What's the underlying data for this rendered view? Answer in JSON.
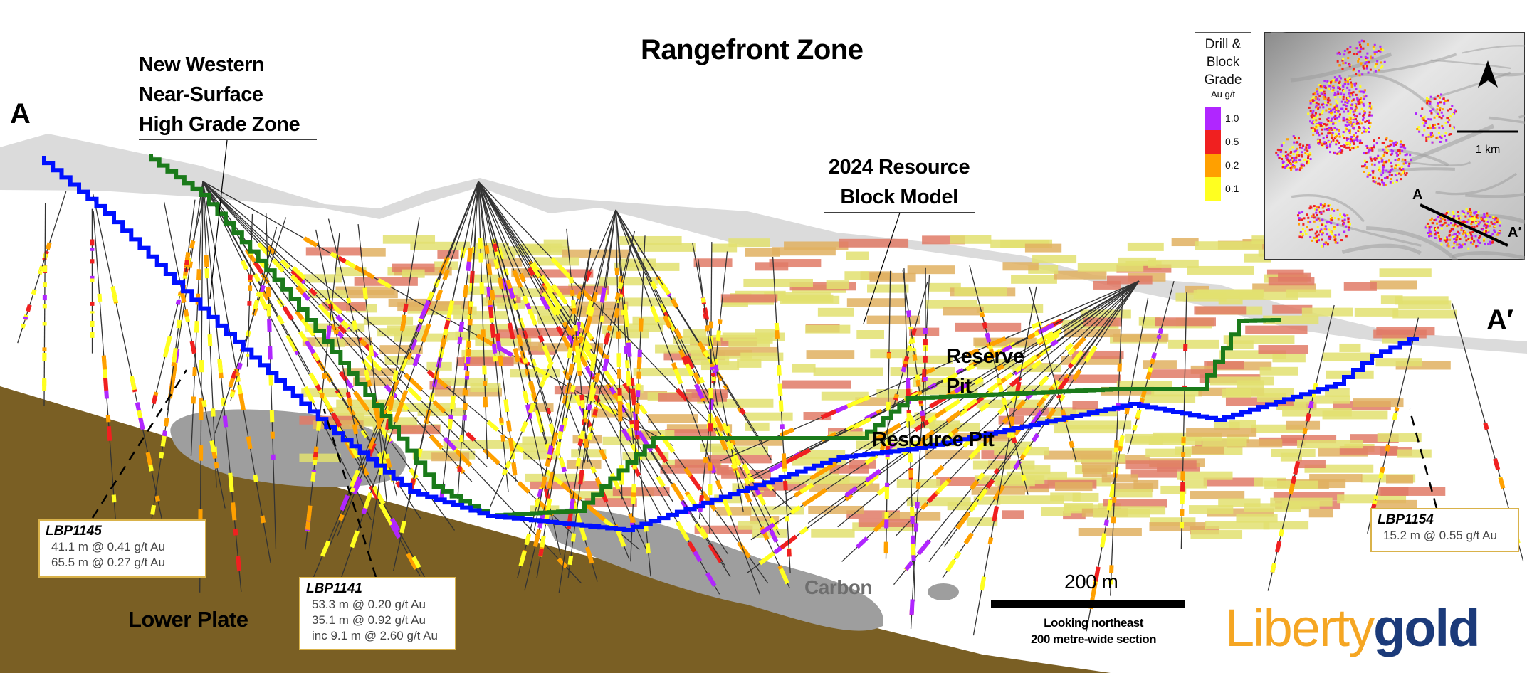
{
  "title": "Rangefront Zone",
  "section_labels": {
    "start": "A",
    "end": "A′"
  },
  "annotations": {
    "western_zone": [
      "New Western",
      "Near-Surface",
      "High Grade Zone"
    ],
    "block_model": [
      "2024 Resource",
      "Block Model"
    ],
    "reserve_pit": [
      "Reserve",
      "Pit"
    ],
    "resource_pit": "Resource Pit",
    "carbon": "Carbon",
    "lower_plate": "Lower Plate"
  },
  "callouts": [
    {
      "hole": "LBP1145",
      "lines": [
        "41.1 m @ 0.41 g/t Au",
        "65.5 m @ 0.27 g/t Au"
      ]
    },
    {
      "hole": "LBP1141",
      "lines": [
        "53.3 m @ 0.20 g/t Au",
        "35.1 m @ 0.92 g/t Au",
        "inc 9.1 m @ 2.60 g/t Au"
      ]
    },
    {
      "hole": "LBP1154",
      "lines": [
        "15.2 m @ 0.55 g/t Au"
      ]
    }
  ],
  "scale": {
    "label": "200 m",
    "note1": "Looking northeast",
    "note2": "200 metre-wide section"
  },
  "legend": {
    "title": [
      "Drill &",
      "Block",
      "Grade"
    ],
    "units": "Au g/t",
    "items": [
      {
        "label": "1.0",
        "color": "#b026ff"
      },
      {
        "label": "0.5",
        "color": "#f02020"
      },
      {
        "label": "0.2",
        "color": "#ffa000"
      },
      {
        "label": "0.1",
        "color": "#ffff20"
      }
    ]
  },
  "inset_map": {
    "start": "A",
    "end": "A′",
    "scale_label": "1 km",
    "north_icon": "north-arrow-icon"
  },
  "logo": {
    "part1": "Liberty",
    "part2": "gold",
    "color1": "#f5a623",
    "color2": "#1b3a7a"
  },
  "colors": {
    "lower_plate": "#7a5f24",
    "carbon": "#9e9e9e",
    "resource_pit": "#0010ff",
    "reserve_pit": "#1a7a1a",
    "surface": "#c8c8c8"
  }
}
